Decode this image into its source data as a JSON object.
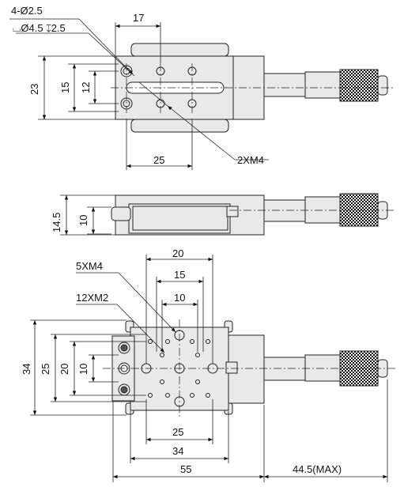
{
  "labels": {
    "top_hole_spec_line1": "4-Ø2.5",
    "top_hole_spec_line2": "⌴Ø4.5 ↧2.5",
    "top_dim_17": "17",
    "top_dim_23": "23",
    "top_dim_15": "15",
    "top_dim_12": "12",
    "top_dim_25": "25",
    "top_thread": "2XM4",
    "side_dim_14_5": "14.5",
    "side_dim_10": "10",
    "bottom_dim_20_top": "20",
    "bottom_dim_15": "15",
    "bottom_dim_10_top": "10",
    "bottom_thread_m4": "5XM4",
    "bottom_thread_m2": "12XM2",
    "bottom_dim_34_left": "34",
    "bottom_dim_25_left": "25",
    "bottom_dim_20_left": "20",
    "bottom_dim_10_left": "10",
    "bottom_dim_25_bottom": "25",
    "bottom_dim_34_bottom": "34",
    "bottom_dim_55": "55",
    "bottom_dim_44_5": "44.5(MAX)"
  },
  "colors": {
    "body_fill": "#e9e9e9",
    "line": "#222222",
    "knurl_dark": "#1a1a1a"
  }
}
